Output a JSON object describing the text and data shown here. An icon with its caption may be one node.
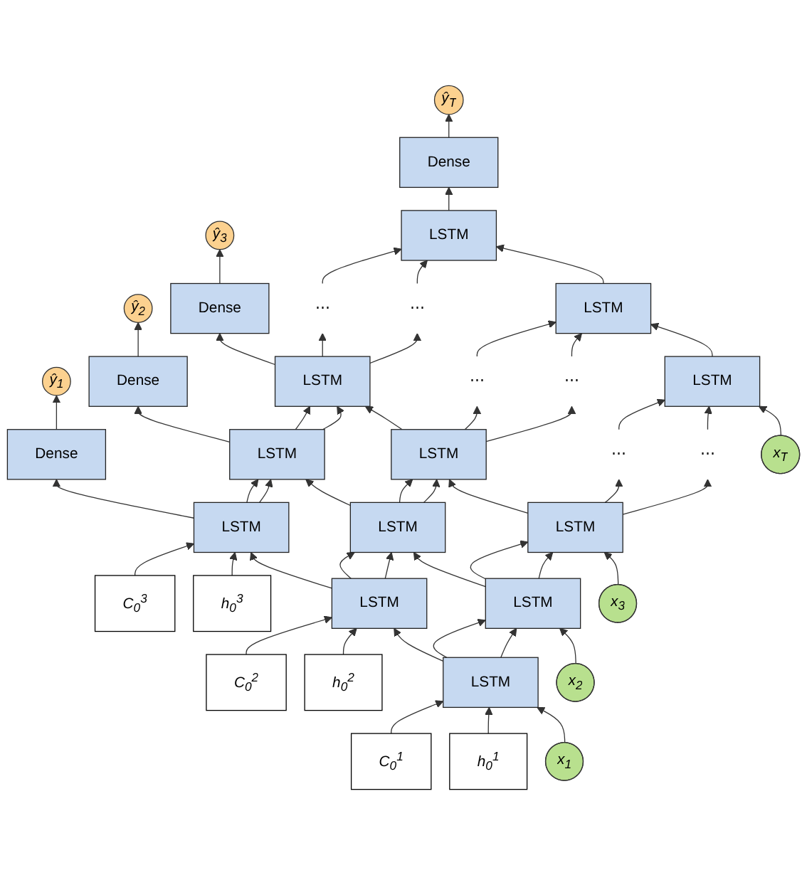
{
  "diagram": {
    "nodes": [
      {
        "text": [
          "ŷ$_{1}$"
        ]
      },
      {
        "text": [
          "ŷ$_{2}$"
        ]
      },
      {
        "text": [
          "ŷ$_{3}$"
        ]
      },
      {
        "text": [
          "ŷ$_{T}$"
        ]
      },
      {
        "text": [
          "Dense"
        ]
      },
      {
        "text": [
          "Dense"
        ]
      },
      {
        "text": [
          "Dense"
        ]
      },
      {
        "text": [
          "Dense"
        ]
      },
      {
        "text": [
          "C$_{0}$$^{3}$"
        ]
      },
      {
        "text": [
          "h$_{0}$$^{3}$"
        ]
      },
      {
        "text": [
          "LSTM"
        ]
      },
      {
        "text": [
          "LSTM"
        ]
      },
      {
        "text": [
          "LSTM"
        ]
      },
      {
        "text": [
          "LSTM"
        ]
      },
      {
        "text": [
          "⋯"
        ]
      },
      {
        "text": [
          "⋯"
        ]
      },
      {
        "text": [
          "C$_{0}$$^{2}$"
        ]
      },
      {
        "text": [
          "h$_{0}$$^{2}$"
        ]
      },
      {
        "text": [
          "LSTM"
        ]
      },
      {
        "text": [
          "LSTM"
        ]
      },
      {
        "text": [
          "LSTM"
        ]
      },
      {
        "text": [
          "LSTM"
        ]
      },
      {
        "text": [
          "⋯"
        ]
      },
      {
        "text": [
          "⋯"
        ]
      },
      {
        "text": [
          "C$_{0}$$^{1}$"
        ]
      },
      {
        "text": [
          "h$_{0}$$^{1}$"
        ]
      },
      {
        "text": [
          "LSTM"
        ]
      },
      {
        "text": [
          "LSTM"
        ]
      },
      {
        "text": [
          "LSTM"
        ]
      },
      {
        "text": [
          "LSTM"
        ]
      },
      {
        "text": [
          "⋯"
        ]
      },
      {
        "text": [
          "⋯"
        ]
      },
      {
        "text": [
          "x$_{1}$"
        ]
      },
      {
        "text": [
          "x$_{2}$"
        ]
      },
      {
        "text": [
          "x$_{3}$"
        ]
      },
      {
        "text": [
          "x$_{T}$"
        ]
      }
    ],
    "edges": [
      {
        "from": 32,
        "to": 26,
        "arrow": "to"
      },
      {
        "from": 33,
        "to": 27,
        "arrow": "to"
      },
      {
        "from": 34,
        "to": 28,
        "arrow": "to"
      },
      {
        "from": 35,
        "to": 29,
        "arrow": "to"
      },
      {
        "from": 25,
        "to": 26,
        "arrow": "to"
      },
      {
        "from": 24,
        "to": 26,
        "arrow": "to"
      },
      {
        "from": 26,
        "to": 27,
        "arrow": "to"
      },
      {
        "from": 26,
        "to": 27,
        "arrow": "to"
      },
      {
        "from": 27,
        "to": 28,
        "arrow": "to"
      },
      {
        "from": 27,
        "to": 28,
        "arrow": "to"
      },
      {
        "from": 28,
        "to": 30,
        "arrow": "to"
      },
      {
        "from": 28,
        "to": 31,
        "arrow": "to"
      },
      {
        "from": 30,
        "to": 29,
        "arrow": "to"
      },
      {
        "from": 31,
        "to": 29,
        "arrow": "to"
      },
      {
        "from": 26,
        "to": 18,
        "arrow": "to"
      },
      {
        "from": 27,
        "to": 19,
        "arrow": "to"
      },
      {
        "from": 28,
        "to": 20,
        "arrow": "to"
      },
      {
        "from": 29,
        "to": 21,
        "arrow": "to"
      },
      {
        "from": 17,
        "to": 18,
        "arrow": "to"
      },
      {
        "from": 16,
        "to": 18,
        "arrow": "to"
      },
      {
        "from": 18,
        "to": 19,
        "arrow": "to"
      },
      {
        "from": 18,
        "to": 19,
        "arrow": "to"
      },
      {
        "from": 19,
        "to": 20,
        "arrow": "to"
      },
      {
        "from": 19,
        "to": 20,
        "arrow": "to"
      },
      {
        "from": 20,
        "to": 22,
        "arrow": "to"
      },
      {
        "from": 20,
        "to": 23,
        "arrow": "to"
      },
      {
        "from": 22,
        "to": 21,
        "arrow": "to"
      },
      {
        "from": 23,
        "to": 21,
        "arrow": "to"
      },
      {
        "from": 18,
        "to": 10,
        "arrow": "to"
      },
      {
        "from": 19,
        "to": 11,
        "arrow": "to"
      },
      {
        "from": 20,
        "to": 12,
        "arrow": "to"
      },
      {
        "from": 21,
        "to": 13,
        "arrow": "to"
      },
      {
        "from": 9,
        "to": 10,
        "arrow": "to"
      },
      {
        "from": 8,
        "to": 10,
        "arrow": "to"
      },
      {
        "from": 10,
        "to": 11,
        "arrow": "to"
      },
      {
        "from": 10,
        "to": 11,
        "arrow": "to"
      },
      {
        "from": 11,
        "to": 12,
        "arrow": "to"
      },
      {
        "from": 11,
        "to": 12,
        "arrow": "to"
      },
      {
        "from": 12,
        "to": 14,
        "arrow": "to"
      },
      {
        "from": 12,
        "to": 15,
        "arrow": "to"
      },
      {
        "from": 14,
        "to": 13,
        "arrow": "to"
      },
      {
        "from": 15,
        "to": 13,
        "arrow": "to"
      },
      {
        "from": 10,
        "to": 4,
        "arrow": "to"
      },
      {
        "from": 11,
        "to": 5,
        "arrow": "to"
      },
      {
        "from": 12,
        "to": 6,
        "arrow": "to"
      },
      {
        "from": 13,
        "to": 7,
        "arrow": "to"
      },
      {
        "from": 4,
        "to": 0,
        "arrow": "to"
      },
      {
        "from": 5,
        "to": 1,
        "arrow": "to"
      },
      {
        "from": 6,
        "to": 2,
        "arrow": "to"
      },
      {
        "from": 7,
        "to": 3,
        "arrow": "to"
      }
    ]
  }
}
